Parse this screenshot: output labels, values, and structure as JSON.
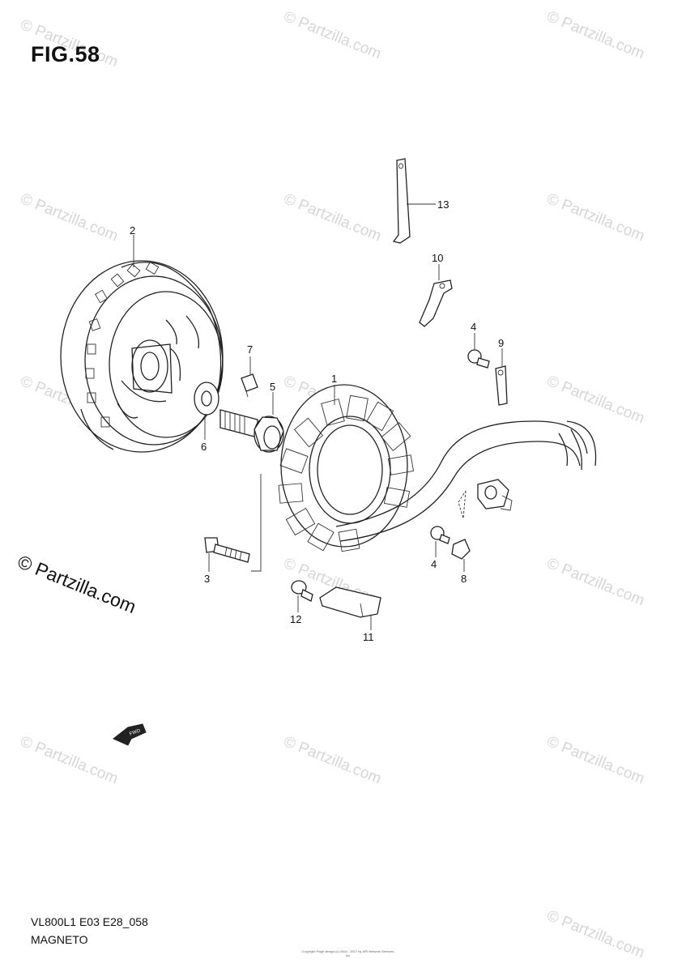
{
  "figure": {
    "title": "FIG.58",
    "model_code": "VL800L1 E03 E28_058",
    "section_name": "MAGNETO",
    "fwd_label": "FWD",
    "small_copyright": "Copyright\nPage design (c) 2004 - 2017 by ARI Network Services, Inc."
  },
  "watermark": {
    "text": "© Partzilla.com",
    "main_text": "© Partzilla.com"
  },
  "callouts": [
    {
      "id": "1",
      "label": "1"
    },
    {
      "id": "2",
      "label": "2"
    },
    {
      "id": "3",
      "label": "3"
    },
    {
      "id": "4a",
      "label": "4"
    },
    {
      "id": "4b",
      "label": "4"
    },
    {
      "id": "5",
      "label": "5"
    },
    {
      "id": "6",
      "label": "6"
    },
    {
      "id": "7",
      "label": "7"
    },
    {
      "id": "8",
      "label": "8"
    },
    {
      "id": "9",
      "label": "9"
    },
    {
      "id": "10",
      "label": "10"
    },
    {
      "id": "11",
      "label": "11"
    },
    {
      "id": "12",
      "label": "12"
    },
    {
      "id": "13",
      "label": "13"
    }
  ]
}
